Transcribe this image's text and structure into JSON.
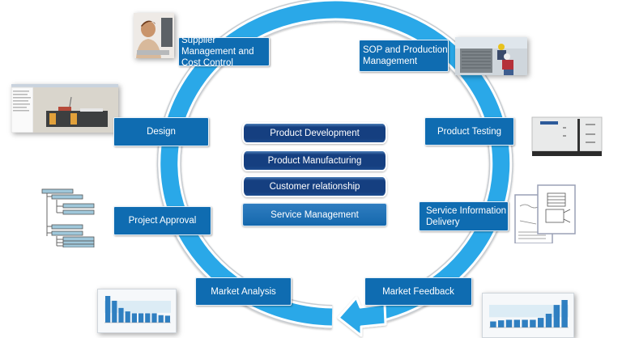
{
  "diagram": {
    "title": "",
    "colors": {
      "ring": "#2aa8e8",
      "ring_edge": "#b9bec4",
      "label_box": "#0f6cb1",
      "stack_dark": "#153f80",
      "stack_light": "#1a6db0",
      "label_text": "#ffffff"
    },
    "cycle_direction": "clockwise",
    "cycle_steps": [
      {
        "label": "Supplier Management and Cost Control",
        "image": "person-at-computer-photo"
      },
      {
        "label": "SOP and Production Management",
        "image": "workers-installing-hvac-photo"
      },
      {
        "label": "Product Testing",
        "image": "generator-unit-photo"
      },
      {
        "label": "Service Information Delivery",
        "image": "service-manual-pages"
      },
      {
        "label": "Market Feedback",
        "image": "bar-chart-ascending-thumbnail"
      },
      {
        "label": "Market Analysis",
        "image": "bar-chart-descending-thumbnail"
      },
      {
        "label": "Project Approval",
        "image": "tree-hierarchy-diagram"
      },
      {
        "label": "Design",
        "image": "cad-software-screenshot"
      }
    ],
    "center_stack": [
      {
        "label": "Product Development",
        "style": "dark"
      },
      {
        "label": "Product Manufacturing",
        "style": "dark"
      },
      {
        "label": "Customer relationship",
        "style": "dark"
      },
      {
        "label": "Service Management",
        "style": "light"
      }
    ]
  },
  "thumbnails": {
    "market_analysis_bars": [
      100,
      82,
      55,
      42,
      35,
      35,
      35,
      35,
      28,
      26
    ],
    "market_feedback_bars": [
      22,
      26,
      28,
      28,
      28,
      28,
      35,
      50,
      82,
      100
    ]
  }
}
